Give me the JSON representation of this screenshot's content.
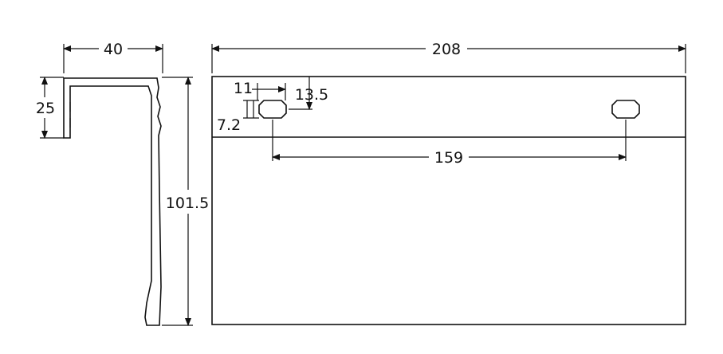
{
  "drawing": {
    "side_view": {
      "width_label": "40",
      "hook_height_label": "25",
      "total_height_label": "101.5"
    },
    "front_view": {
      "total_width_label": "208",
      "slot_width_label": "11",
      "slot_top_offset_label": "13.5",
      "slot_height_label": "7.2",
      "slot_spacing_label": "159"
    }
  }
}
